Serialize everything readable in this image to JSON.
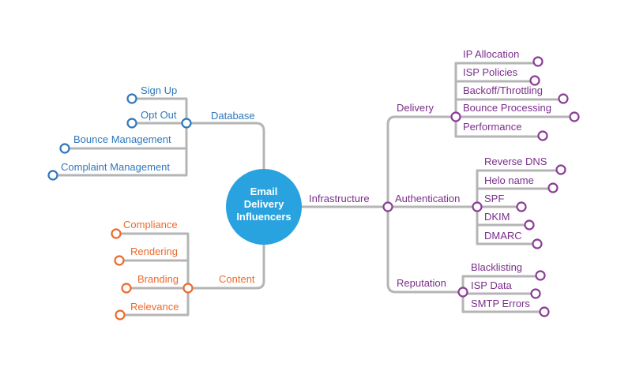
{
  "colors": {
    "center_fill": "#29a3e0",
    "database": "#2f77bb",
    "content": "#ec6a2c",
    "infrastructure": "#7a2f8a",
    "lines": "#b5b5b5"
  },
  "center": {
    "lines": [
      "Email",
      "Delivery",
      "Influencers"
    ]
  },
  "database": {
    "label": "Database",
    "items": [
      "Sign Up",
      "Opt Out",
      "Bounce Management",
      "Complaint Management"
    ]
  },
  "content": {
    "label": "Content",
    "items": [
      "Compliance",
      "Rendering",
      "Branding",
      "Relevance"
    ]
  },
  "infrastructure": {
    "label": "Infrastructure",
    "delivery": {
      "label": "Delivery",
      "items": [
        "IP Allocation",
        "ISP Policies",
        "Backoff/Throttling",
        "Bounce Processing",
        "Performance"
      ]
    },
    "authentication": {
      "label": "Authentication",
      "items": [
        "Reverse DNS",
        "Helo  name",
        "SPF",
        "DKIM",
        "DMARC"
      ]
    },
    "reputation": {
      "label": "Reputation",
      "items": [
        "Blacklisting",
        "ISP Data",
        "SMTP Errors"
      ]
    }
  }
}
